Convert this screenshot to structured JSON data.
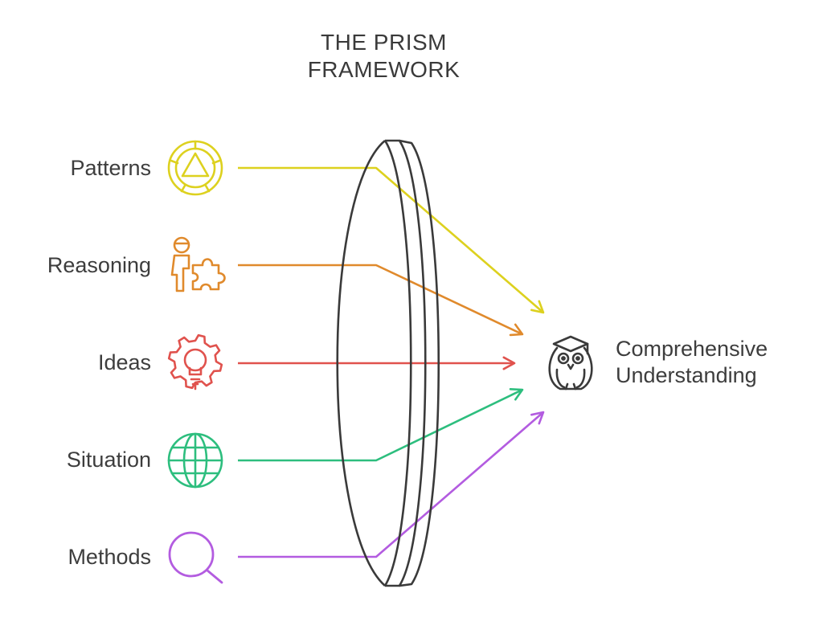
{
  "title": {
    "line1": "THE PRISM",
    "line2": "FRAMEWORK"
  },
  "inputs": [
    {
      "label": "Patterns",
      "icon": "triangle-compass-icon",
      "color": "#DDD11F"
    },
    {
      "label": "Reasoning",
      "icon": "person-puzzle-icon",
      "color": "#E08A2C"
    },
    {
      "label": "Ideas",
      "icon": "gear-lightbulb-icon",
      "color": "#E0524D"
    },
    {
      "label": "Situation",
      "icon": "globe-icon",
      "color": "#2DBE7E"
    },
    {
      "label": "Methods",
      "icon": "magnifier-icon",
      "color": "#B35CE0"
    }
  ],
  "output": {
    "line1": "Comprehensive",
    "line2": "Understanding",
    "icon": "owl-graduate-icon"
  },
  "lens": {
    "icon": "prism-lens",
    "color": "#3a3a3a"
  }
}
